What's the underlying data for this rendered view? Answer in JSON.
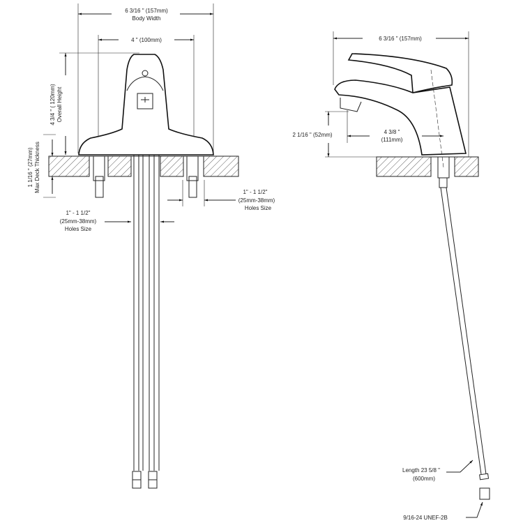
{
  "front_view": {
    "body_width_dim": "6 3/16 \"  (157mm)",
    "body_width_label": "Body Width",
    "center_dim": "4 \"  (100mm)",
    "height_dim": "4 3/4 \"  ( 120mm)",
    "height_label": "Overall Height",
    "deck_dim": "1 1/16 \"  (27mm)",
    "deck_label": "Max Deck Thickness",
    "right_hole_line1": "1\"  -   1 1/2\"",
    "right_hole_line2": "(25mm-38mm)",
    "right_hole_line3": "Holes Size",
    "left_hole_line1": "1\"  -   1 1/2\"",
    "left_hole_line2": "(25mm-38mm)",
    "left_hole_line3": "Holes Size"
  },
  "side_view": {
    "width_dim": "6 3/16 \"  (157mm)",
    "spout_height_dim": "2 1/16 \"  (52mm)",
    "reach_dim_line1": "4 3/8 \"",
    "reach_dim_line2": "(111mm)",
    "hose_length_line1": "Length 23 5/8 \"",
    "hose_length_line2": "(600mm)",
    "thread_spec": "9/16-24 UNEF-2B"
  }
}
